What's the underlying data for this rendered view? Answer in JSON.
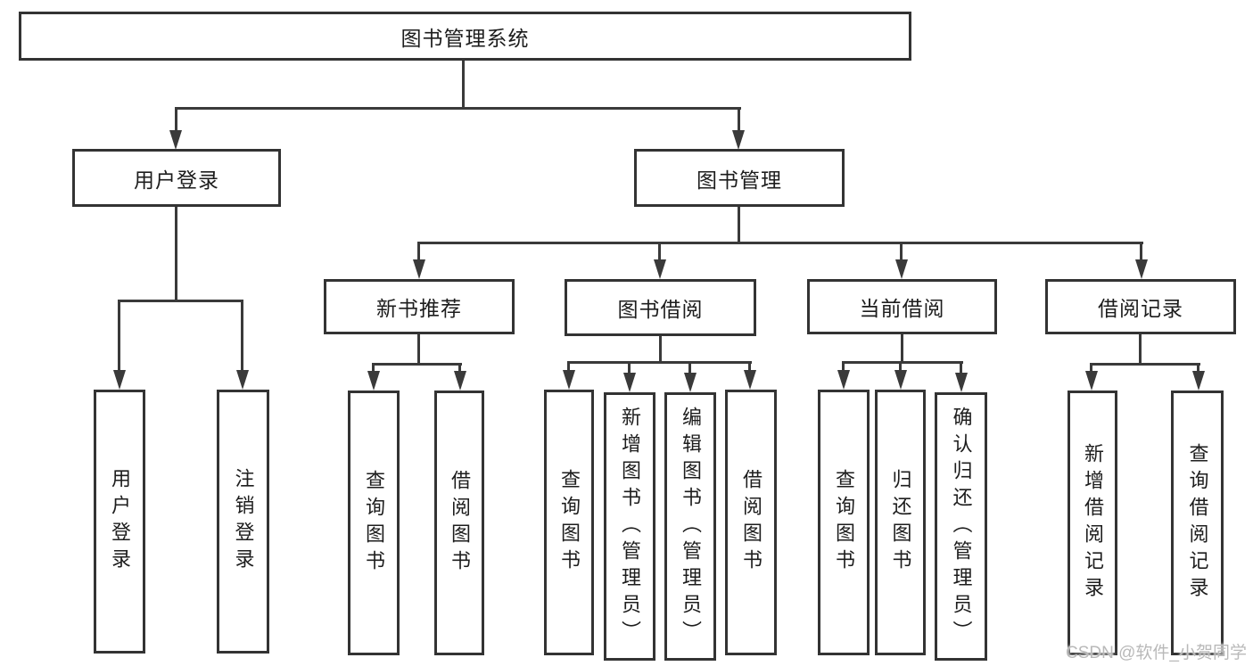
{
  "tree": {
    "root": {
      "label": "图书管理系统"
    },
    "branches": [
      {
        "label": "用户登录",
        "children": [
          {
            "label": "用户登录"
          },
          {
            "label": "注销登录"
          }
        ]
      },
      {
        "label": "图书管理",
        "children": [
          {
            "label": "新书推荐",
            "children": [
              {
                "label": "查询图书"
              },
              {
                "label": "借阅图书"
              }
            ]
          },
          {
            "label": "图书借阅",
            "children": [
              {
                "label": "查询图书"
              },
              {
                "label": "新增图书（管理员）"
              },
              {
                "label": "编辑图书（管理员）"
              },
              {
                "label": "借阅图书"
              }
            ]
          },
          {
            "label": "当前借阅",
            "children": [
              {
                "label": "查询图书"
              },
              {
                "label": "归还图书"
              },
              {
                "label": "确认归还（管理员）"
              }
            ]
          },
          {
            "label": "借阅记录",
            "children": [
              {
                "label": "新增借阅记录"
              },
              {
                "label": "查询借阅记录"
              }
            ]
          }
        ]
      }
    ]
  },
  "watermark": {
    "text": "CSDN @软件_小贺同学"
  },
  "colors": {
    "background": "#ffffff",
    "line": "#3a3a3a",
    "box_border": "#333333",
    "text": "#1d1d1d",
    "watermark": "#b9b9b9"
  }
}
